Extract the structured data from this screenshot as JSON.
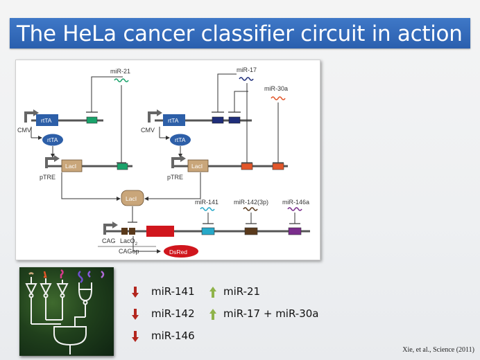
{
  "title": "The HeLa cancer classifier circuit in action",
  "diagram": {
    "mir21": "miR-21",
    "mir17": "miR-17",
    "mir30a": "miR-30a",
    "rtta": "rtTA",
    "cmv": "CMV",
    "lacl": "LacI",
    "ptre": "pTRE",
    "mir141": "miR-141",
    "mir142": "miR-142(3p)",
    "mir146a": "miR-146a",
    "cag": "CAG",
    "laco": "LacO",
    "laco_sub": "2",
    "cagop": "CAGop",
    "dsred": "DsRed",
    "colors": {
      "mir21": "#1aa36b",
      "mir17": "#1f2e7a",
      "mir30a": "#e2562a",
      "mir141": "#27a9c9",
      "mir142": "#5a3a1c",
      "mir146a": "#7a2d8c",
      "rtta": "#2d5fa8",
      "lacl": "#c9a67a",
      "dsred": "#d0161d"
    }
  },
  "legend": {
    "down": [
      "miR-141",
      "miR-142",
      "miR-146"
    ],
    "up": [
      "miR-21",
      "miR-17 + miR-30a"
    ],
    "down_color": "#b3261e",
    "up_color": "#8fb34a"
  },
  "citation": "Xie, et al., Science (2011)"
}
